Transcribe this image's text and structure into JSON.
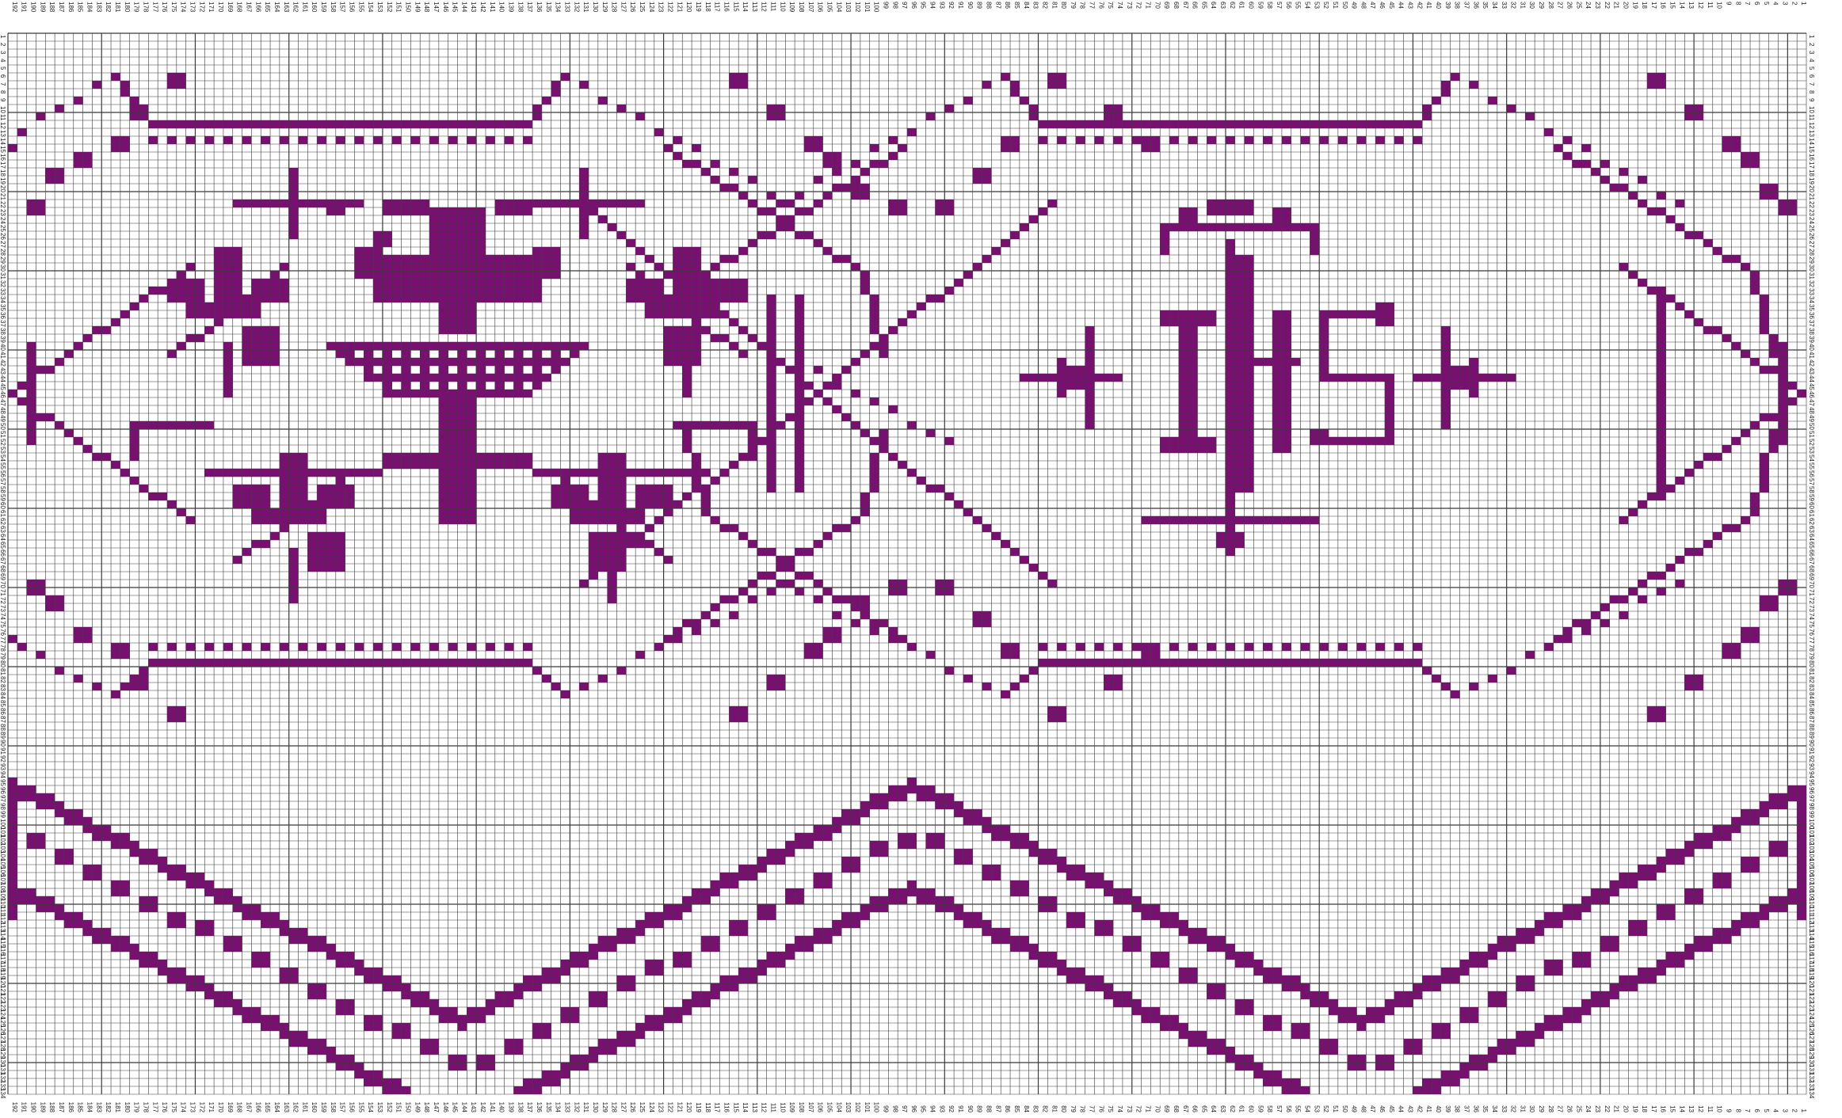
{
  "pattern": {
    "grid": {
      "columns": 192,
      "rows": 134
    },
    "colors": {
      "filled": "#7a0f72",
      "grid_line": "#3a3a3a",
      "background": "#ffffff"
    },
    "column_label_range": [
      1,
      192
    ],
    "row_label_range": [
      1,
      134
    ],
    "motif_text": "IHS"
  }
}
